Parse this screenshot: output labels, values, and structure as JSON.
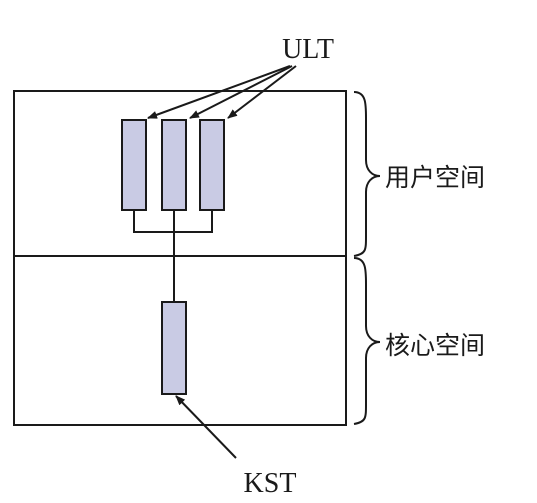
{
  "labels": {
    "ult": "ULT",
    "kst": "KST",
    "user_space": "用户空间",
    "kernel_space": "核心空间"
  },
  "colors": {
    "thread_fill": "#c9cbe4",
    "line": "#1a1a1a",
    "background": "#ffffff"
  }
}
